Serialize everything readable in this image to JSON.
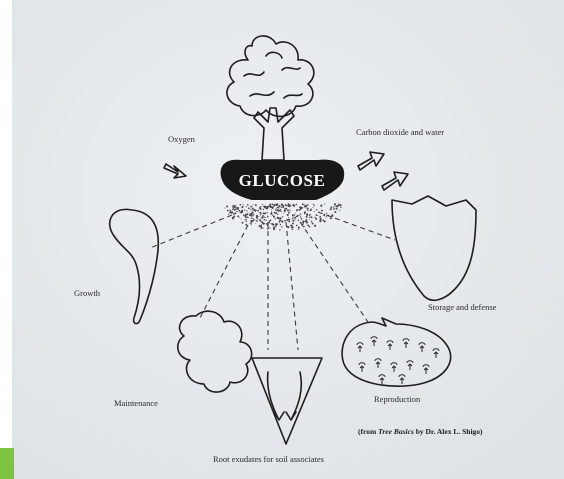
{
  "diagram": {
    "center_label": "GLUCOSE",
    "labels": {
      "oxygen": "Oxygen",
      "carbon_dioxide_water": "Carbon dioxide and water",
      "growth": "Growth",
      "maintenance": "Maintenance",
      "root_exudates": "Root exudates for soil associates",
      "reproduction": "Reproduction",
      "storage_defense": "Storage and defense"
    },
    "credit": {
      "prefix": "(from ",
      "title": "Tree Basics",
      "suffix": " by Dr. Alex L. Shigo)"
    }
  },
  "colors": {
    "paper": "#e9edf0",
    "ink": "#1e1e1e",
    "background": "#ffffff",
    "corner_accent": "#7dc241"
  }
}
